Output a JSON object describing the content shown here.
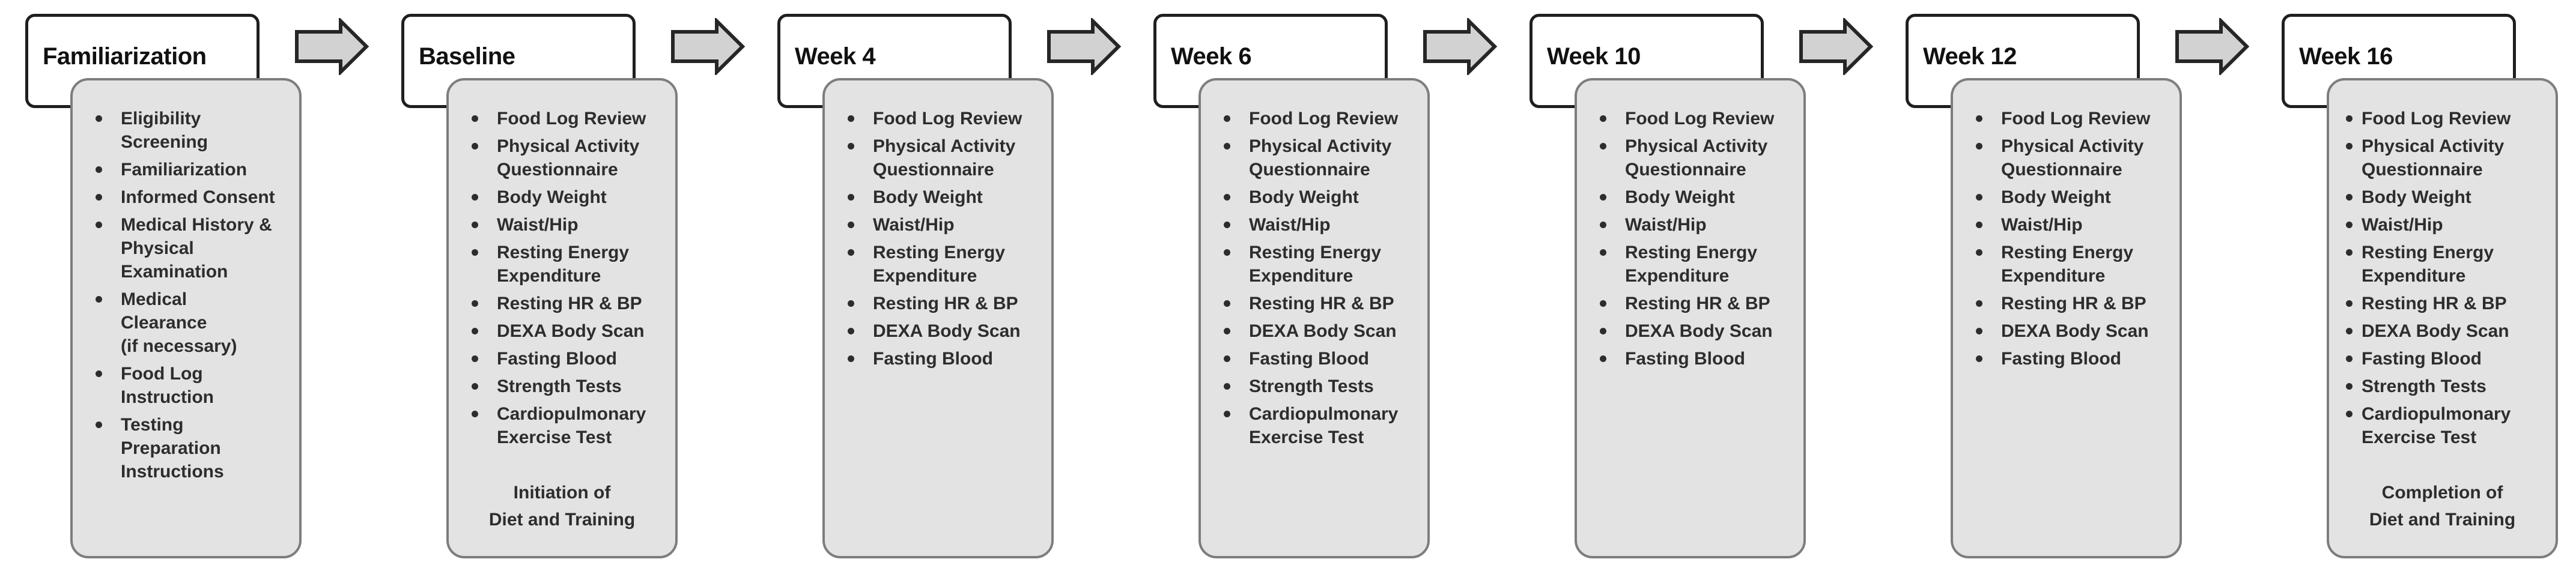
{
  "colors": {
    "page_bg": "#ffffff",
    "header_fill": "#ffffff",
    "header_border": "#1f1f1f",
    "title_text": "#111111",
    "panel_fill": "#e3e3e3",
    "panel_border": "#7d7d7d",
    "arrow_fill": "#d2d2d2",
    "arrow_border": "#262626",
    "text": "#2d2d2d"
  },
  "icons": {
    "flow_arrow": "right-arrow"
  },
  "panels": [
    {
      "title": "Familiarization",
      "items": [
        "Eligibility\nScreening",
        "Familiarization",
        "Informed Consent",
        "Medical History &\nPhysical\nExamination",
        "Medical\nClearance\n(if necessary)",
        "Food Log\nInstruction",
        "Testing\nPreparation\nInstructions"
      ],
      "footer": ""
    },
    {
      "title": "Baseline",
      "items": [
        "Food Log Review",
        "Physical Activity\nQuestionnaire",
        "Body Weight",
        "Waist/Hip",
        "Resting Energy\nExpenditure",
        "Resting HR & BP",
        "DEXA Body Scan",
        "Fasting Blood",
        "Strength Tests",
        "Cardiopulmonary\nExercise Test"
      ],
      "footer": "Initiation of\nDiet and Training"
    },
    {
      "title": "Week 4",
      "items": [
        "Food Log Review",
        "Physical Activity\nQuestionnaire",
        "Body Weight",
        "Waist/Hip",
        "Resting Energy\nExpenditure",
        "Resting HR & BP",
        "DEXA Body Scan",
        "Fasting Blood"
      ],
      "footer": ""
    },
    {
      "title": "Week 6",
      "items": [
        "Food Log Review",
        "Physical Activity\nQuestionnaire",
        "Body Weight",
        "Waist/Hip",
        "Resting Energy\nExpenditure",
        "Resting HR & BP",
        "DEXA Body Scan",
        "Fasting Blood",
        "Strength Tests",
        "Cardiopulmonary\nExercise Test"
      ],
      "footer": ""
    },
    {
      "title": "Week 10",
      "items": [
        "Food Log Review",
        "Physical Activity\nQuestionnaire",
        "Body Weight",
        "Waist/Hip",
        "Resting Energy\nExpenditure",
        "Resting HR & BP",
        "DEXA Body Scan",
        "Fasting Blood"
      ],
      "footer": ""
    },
    {
      "title": "Week 12",
      "items": [
        "Food Log Review",
        "Physical Activity\nQuestionnaire",
        "Body Weight",
        "Waist/Hip",
        "Resting Energy\nExpenditure",
        "Resting HR & BP",
        "DEXA Body Scan",
        "Fasting Blood"
      ],
      "footer": ""
    },
    {
      "title": "Week 16",
      "items": [
        "Food Log Review",
        "Physical Activity\nQuestionnaire",
        "Body Weight",
        "Waist/Hip",
        "Resting Energy\nExpenditure",
        "Resting HR & BP",
        "DEXA Body Scan",
        "Fasting Blood",
        "Strength Tests",
        "Cardiopulmonary\nExercise Test"
      ],
      "footer": "Completion of\nDiet and Training"
    }
  ]
}
